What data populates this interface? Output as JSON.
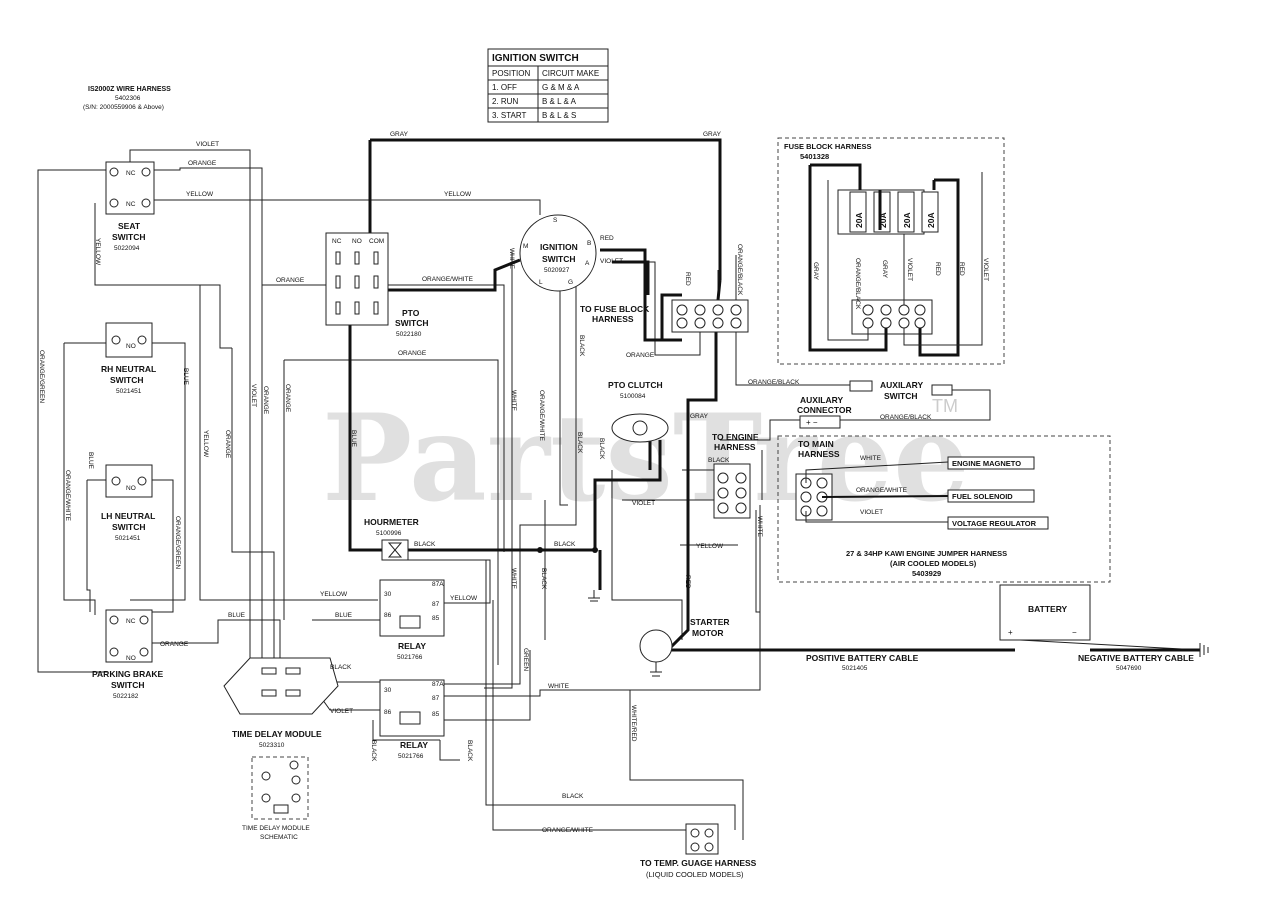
{
  "ignition_table": {
    "title": "IGNITION SWITCH",
    "headers": [
      "POSITION",
      "CIRCUIT MAKE"
    ],
    "rows": [
      [
        "1. OFF",
        "G & M & A"
      ],
      [
        "2. RUN",
        "B & L & A"
      ],
      [
        "3. START",
        "B & L & S"
      ]
    ]
  },
  "harness": {
    "name": "IS2000Z WIRE HARNESS",
    "part": "5402306",
    "serial": "(S/N: 2000559906 & Above)"
  },
  "components": {
    "seat_switch": {
      "name1": "SEAT",
      "name2": "SWITCH",
      "part": "5022094"
    },
    "pto_switch": {
      "name1": "PTO",
      "name2": "SWITCH",
      "part": "5022180"
    },
    "ignition_switch": {
      "name1": "IGNITION",
      "name2": "SWITCH",
      "part": "5020927"
    },
    "rh_neutral": {
      "name1": "RH NEUTRAL",
      "name2": "SWITCH",
      "part": "5021451"
    },
    "lh_neutral": {
      "name1": "LH NEUTRAL",
      "name2": "SWITCH",
      "part": "5021451"
    },
    "parking_brake": {
      "name1": "PARKING BRAKE",
      "name2": "SWITCH",
      "part": "5022182"
    },
    "hourmeter": {
      "name": "HOURMETER",
      "part": "5100996"
    },
    "relay1": {
      "name": "RELAY",
      "part": "5021766"
    },
    "relay2": {
      "name": "RELAY",
      "part": "5021766"
    },
    "time_delay": {
      "name": "TIME DELAY MODULE",
      "part": "5023310"
    },
    "time_delay_schematic": {
      "line1": "TIME DELAY MODULE",
      "line2": "SCHEMATIC"
    },
    "pto_clutch": {
      "name": "PTO CLUTCH",
      "part": "5100084"
    },
    "fuse_block_harness_conn": {
      "line1": "TO FUSE BLOCK",
      "line2": "HARNESS"
    },
    "engine_harness_conn": {
      "line1": "TO ENGINE",
      "line2": "HARNESS"
    },
    "aux_connector": {
      "line1": "AUXILARY",
      "line2": "CONNECTOR"
    },
    "aux_switch": {
      "line1": "AUXILARY",
      "line2": "SWITCH"
    },
    "starter": {
      "line1": "STARTER",
      "line2": "MOTOR"
    },
    "battery": {
      "name": "BATTERY",
      "plus": "+",
      "minus": "−"
    },
    "pos_cable": {
      "name": "POSITIVE BATTERY CABLE",
      "part": "5021405"
    },
    "neg_cable": {
      "name": "NEGATIVE BATTERY CABLE",
      "part": "5047690"
    },
    "temp_gauge": {
      "line1": "TO TEMP. GUAGE HARNESS",
      "line2": "(LIQUID COOLED MODELS)"
    }
  },
  "fuse_block": {
    "title": "FUSE BLOCK HARNESS",
    "part": "5401328",
    "fuses": [
      "20A",
      "20A",
      "20A",
      "20A"
    ]
  },
  "kawi": {
    "to_main1": "TO MAIN",
    "to_main2": "HARNESS",
    "engine_magneto": "ENGINE MAGNETO",
    "fuel_solenoid": "FUEL SOLENOID",
    "voltage_regulator": "VOLTAGE REGULATOR",
    "title1": "27 & 34HP KAWI ENGINE JUMPER HARNESS",
    "title2": "(AIR COOLED MODELS)",
    "part": "5403929"
  },
  "pin_labels": {
    "nc": "NC",
    "no": "NO",
    "com": "COM"
  },
  "wire_colors": {
    "gray": "GRAY",
    "violet": "VIOLET",
    "orange": "ORANGE",
    "yellow": "YELLOW",
    "blue": "BLUE",
    "red": "RED",
    "black": "BLACK",
    "white": "WHITE",
    "green": "GREEN",
    "orange_white": "ORANGE/WHITE",
    "orange_black": "ORANGE/BLACK",
    "orange_green": "ORANGE/GREEN",
    "white_red": "WHITE/RED"
  },
  "watermark": {
    "text": "PartsTree",
    "tm": "TM"
  }
}
